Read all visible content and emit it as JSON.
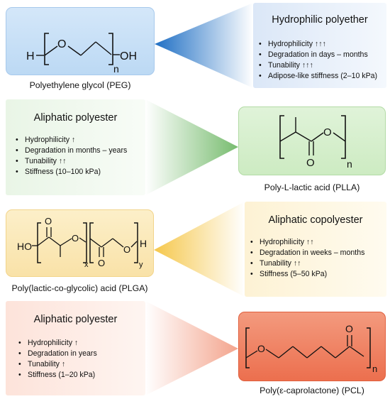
{
  "colors": {
    "peg": "#1f6fc4",
    "plla": "#53a84a",
    "plga": "#f0b42a",
    "pcl": "#ec6f4e"
  },
  "rows": [
    {
      "polymer_name": "Polyethylene glycol (PEG)",
      "category": "Hydrophilic polyether",
      "properties": [
        "Hydrophilicity ↑↑↑",
        "Degradation in days – months",
        "Tunability ↑↑↑",
        "Adipose-like stiffness (2–10 kPa)"
      ],
      "atoms": {
        "left_end": "H",
        "o1": "O",
        "sub": "n",
        "right_end": "OH"
      }
    },
    {
      "polymer_name": "Poly-L-lactic acid (PLLA)",
      "category": "Aliphatic polyester",
      "properties": [
        "Hydrophilicity ↑",
        "Degradation in months – years",
        "Tunability ↑↑",
        "Stiffness (10–100 kPa)"
      ],
      "atoms": {
        "o_ring": "O",
        "o_carbonyl": "O",
        "sub": "n"
      }
    },
    {
      "polymer_name": "Poly(lactic-co-glycolic) acid (PLGA)",
      "category": "Aliphatic copolyester",
      "properties": [
        "Hydrophilicity ↑↑",
        "Degradation in weeks – months",
        "Tunability ↑↑",
        "Stiffness (5–50 kPa)"
      ],
      "atoms": {
        "ho": "HO",
        "o_top": "O",
        "o_mid": "O",
        "o_bottom": "O",
        "o_right": "O",
        "h": "H",
        "sub_x": "x",
        "sub_y": "y"
      }
    },
    {
      "polymer_name": "Poly(ε-caprolactone) (PCL)",
      "category": "Aliphatic polyester",
      "properties": [
        "Hydrophilicity ↑",
        "Degradation in years",
        "Tunability ↑",
        "Stiffness (1–20 kPa)"
      ],
      "atoms": {
        "o_chain": "O",
        "o_carbonyl": "O",
        "sub": "n"
      }
    }
  ]
}
